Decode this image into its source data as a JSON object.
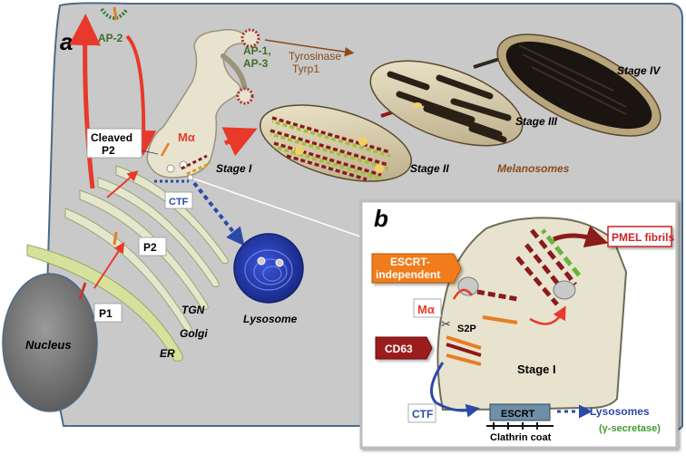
{
  "panel_a": {
    "letter": "a",
    "labels": {
      "ap2": "AP-2",
      "ap1": "AP-1,",
      "ap3": "AP-3",
      "tyrosinase": "Tyrosinase",
      "tyrp1": "Tyrp1",
      "cleaved_1": "Cleaved",
      "cleaved_2": "P2",
      "malpha": "Mα",
      "ctf": "CTF",
      "stage1": "Stage I",
      "stage2": "Stage II",
      "stage3": "Stage III",
      "stage4": "Stage IV",
      "melanosomes": "Melanosomes",
      "p2": "P2",
      "p1": "P1",
      "tgn": "TGN",
      "golgi": "Golgi",
      "er": "ER",
      "nucleus": "Nucleus",
      "lysosome": "Lysosome"
    }
  },
  "panel_b": {
    "letter": "b",
    "labels": {
      "pmel_fibrils": "PMEL fibrils",
      "escrt_indep_1": "ESCRT-",
      "escrt_indep_2": "independent",
      "malpha": "Mα",
      "s2p": "S2P",
      "cd63": "CD63",
      "stage1": "Stage I",
      "ctf": "CTF",
      "escrt": "ESCRT",
      "clathrin": "Clathrin coat",
      "lysosomes": "Lysosomes",
      "gamma_secretase": "(γ-secretase)"
    }
  },
  "colors": {
    "cell": "#c9c9c9",
    "cell_border": "#4a6b8c",
    "organelle": "#e7e3cf",
    "red_arrow": "#e8392b",
    "dark_red": "#8b1a1a",
    "blue_arrow": "#2b4aa8",
    "green_text": "#3f9c2f",
    "orange_box": "#f07b1e",
    "lysosome_blue": "#2a3fb0",
    "melanosome_text": "#8a4a1a"
  }
}
